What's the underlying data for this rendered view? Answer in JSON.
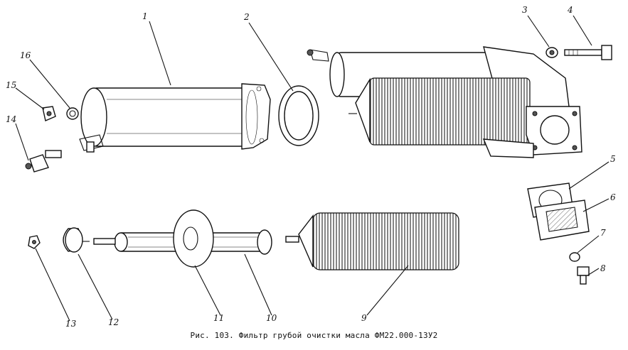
{
  "caption": "Рис. 103. Фильтр грубой очистки масла ФМ22.000-13У2",
  "callouts": [
    "1",
    "2",
    "3",
    "4",
    "5",
    "6",
    "7",
    "8",
    "9",
    "10",
    "11",
    "12",
    "13",
    "14",
    "15",
    "16"
  ]
}
